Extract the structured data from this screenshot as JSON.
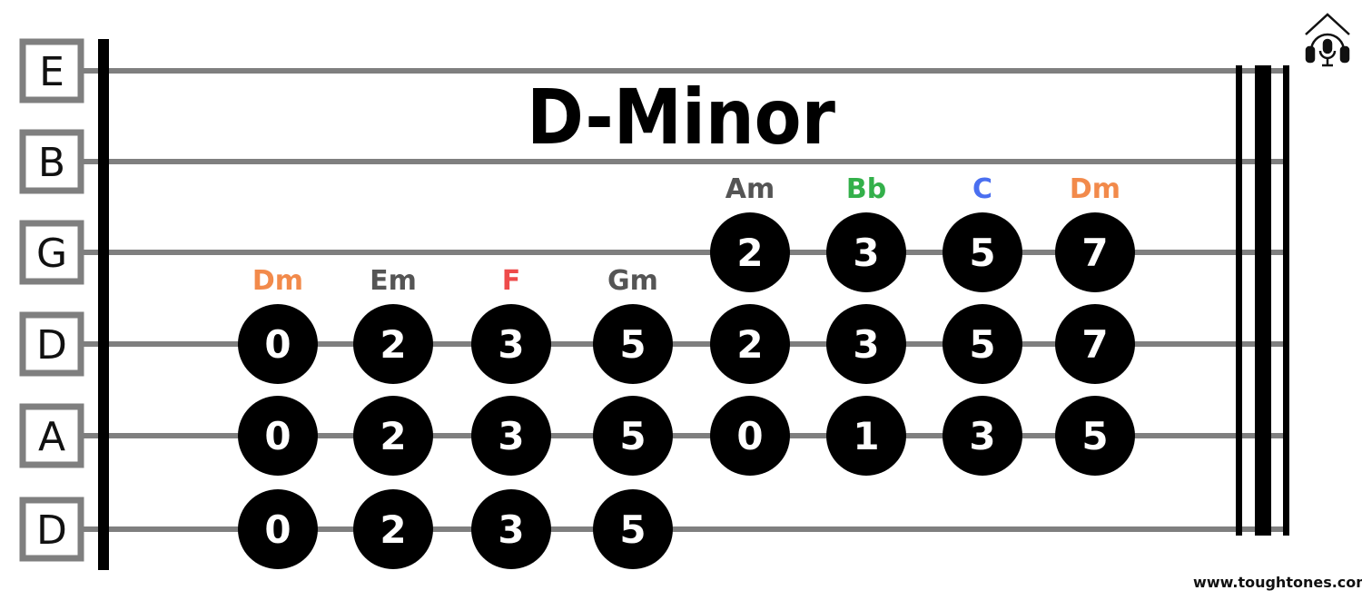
{
  "title": "D-Minor",
  "website": "www.toughtones.com",
  "logo_icon": "headphones-house-icon",
  "colors": {
    "string": "#7f7f7f",
    "box_border": "#7f7f7f",
    "bar": "#000000",
    "dot": "#000000",
    "dot_text": "#ffffff",
    "Dm": "#f28a4b",
    "Em": "#555555",
    "F": "#ee4b4b",
    "Gm": "#555555",
    "Am": "#555555",
    "Bb": "#33b04a",
    "C": "#4a6ff0"
  },
  "strings": [
    "E",
    "B",
    "G",
    "D",
    "A",
    "D"
  ],
  "chords": [
    {
      "name": "Dm",
      "color_key": "Dm",
      "frets": {
        "D": "0",
        "A": "0",
        "D_low": "0"
      }
    },
    {
      "name": "Em",
      "color_key": "Em",
      "frets": {
        "D": "2",
        "A": "2",
        "D_low": "2"
      }
    },
    {
      "name": "F",
      "color_key": "F",
      "frets": {
        "D": "3",
        "A": "3",
        "D_low": "3"
      }
    },
    {
      "name": "Gm",
      "color_key": "Gm",
      "frets": {
        "D": "5",
        "A": "5",
        "D_low": "5"
      }
    },
    {
      "name": "Am",
      "color_key": "Am",
      "frets": {
        "G": "2",
        "D": "2",
        "A": "0"
      }
    },
    {
      "name": "Bb",
      "color_key": "Bb",
      "frets": {
        "G": "3",
        "D": "3",
        "A": "1"
      }
    },
    {
      "name": "C",
      "color_key": "C",
      "frets": {
        "G": "5",
        "D": "5",
        "A": "3"
      }
    },
    {
      "name": "Dm",
      "color_key": "Dm",
      "frets": {
        "G": "7",
        "D": "7",
        "A": "5"
      }
    }
  ]
}
